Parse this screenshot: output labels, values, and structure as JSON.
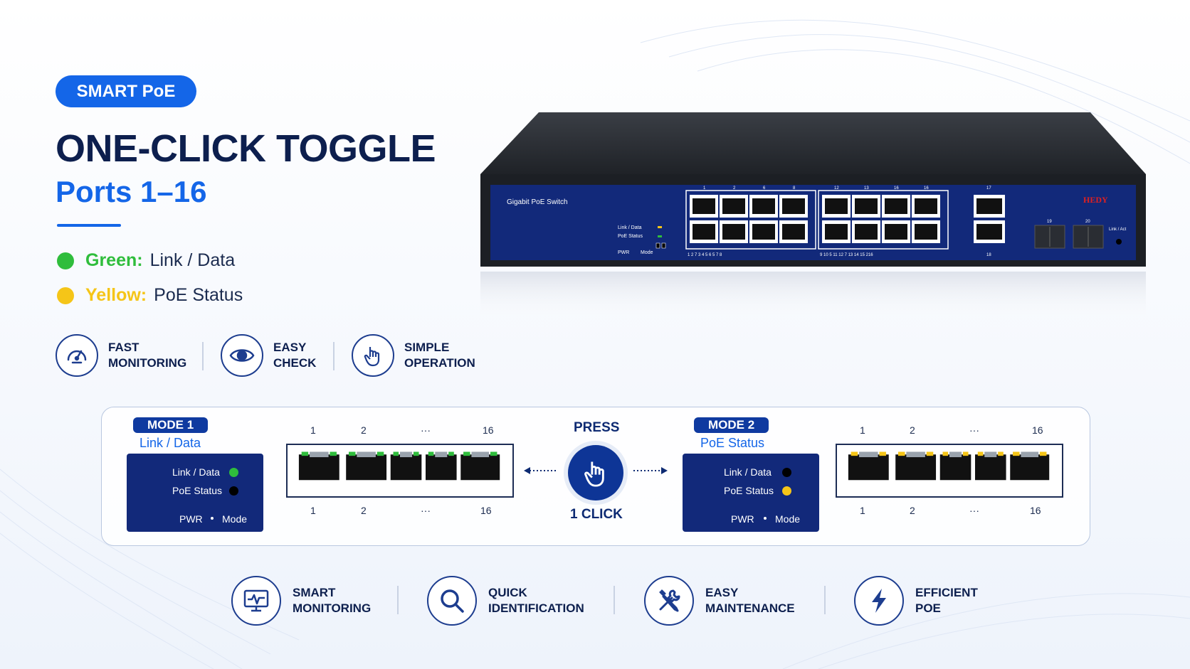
{
  "header": {
    "badge": "SMART PoE",
    "title": "ONE-CLICK TOGGLE",
    "subtitle": "Ports 1–16"
  },
  "legend": [
    {
      "key": "Green:",
      "value": "Link / Data",
      "color": "#2fbd3c"
    },
    {
      "key": "Yellow:",
      "value": "PoE Status",
      "color": "#f5c518"
    }
  ],
  "features_top": [
    {
      "line1": "FAST",
      "line2": "MONITORING",
      "icon": "speedometer-icon"
    },
    {
      "line1": "EASY",
      "line2": "CHECK",
      "icon": "eye-icon"
    },
    {
      "line1": "SIMPLE",
      "line2": "OPERATION",
      "icon": "hand-pointer-icon"
    }
  ],
  "device": {
    "model_label": "Gigabit PoE Switch",
    "brand": "HEDY",
    "led_labels": {
      "link": "Link / Data",
      "poe": "PoE Status",
      "pwr": "PWR",
      "mode": "Mode"
    },
    "port_group_a_top": [
      "1",
      "2",
      "6",
      "8"
    ],
    "port_group_b_top": [
      "12",
      "13",
      "16",
      "16"
    ],
    "port_17": "17",
    "port_18": "18",
    "sfp": [
      "19",
      "20"
    ],
    "link_act": "Link / Act",
    "bottom_a": "1  2 7  3 4  5 6 5  7 8",
    "bottom_b": "9 10 5  11 12 7  13 14  15 216",
    "colors": {
      "body": "#2b2f36",
      "panel": "#12297a",
      "brand": "#e02020"
    }
  },
  "modes": {
    "mode1": {
      "tag": "MODE 1",
      "subtitle": "Link / Data",
      "link_label": "Link / Data",
      "poe_label": "PoE Status",
      "pwr": "PWR",
      "mode": "Mode",
      "port_numbers_top": [
        "1",
        "2",
        "···",
        "16"
      ],
      "port_numbers_bottom": [
        "1",
        "2",
        "···",
        "16"
      ],
      "led_color": "#2fbd3c"
    },
    "press": {
      "top": "PRESS",
      "bottom": "1 CLICK",
      "icon": "hand-pointer-icon"
    },
    "mode2": {
      "tag": "MODE 2",
      "subtitle": "PoE Status",
      "link_label": "Link / Data",
      "poe_label": "PoE Status",
      "pwr": "PWR",
      "mode": "Mode",
      "port_numbers_top": [
        "1",
        "2",
        "···",
        "16"
      ],
      "port_numbers_bottom": [
        "1",
        "2",
        "···",
        "16"
      ],
      "led_color": "#f5c518"
    }
  },
  "features_bottom": [
    {
      "line1": "SMART",
      "line2": "MONITORING",
      "icon": "monitor-pulse-icon"
    },
    {
      "line1": "QUICK",
      "line2": "IDENTIFICATION",
      "icon": "magnifier-icon"
    },
    {
      "line1": "EASY",
      "line2": "MAINTENANCE",
      "icon": "tools-icon"
    },
    {
      "line1": "EFFICIENT",
      "line2": "POE",
      "icon": "lightning-icon"
    }
  ]
}
